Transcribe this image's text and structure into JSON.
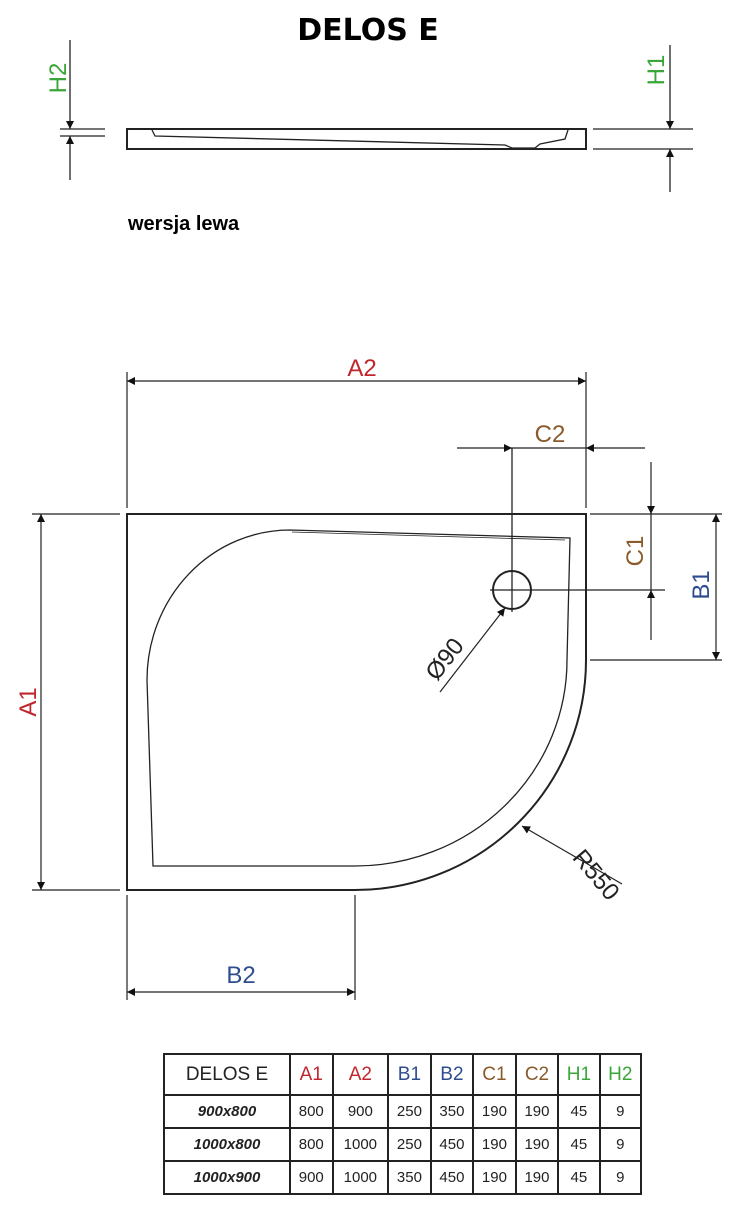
{
  "title": "DELOS E",
  "subtitle": "wersja lewa",
  "colors": {
    "A": "#c0272d",
    "B": "#2e4d8f",
    "C": "#8a5a2b",
    "H": "#3aa63a",
    "line": "#222222"
  },
  "labels": {
    "A1": "A1",
    "A2": "A2",
    "B1": "B1",
    "B2": "B2",
    "C1": "C1",
    "C2": "C2",
    "H1": "H1",
    "H2": "H2",
    "drain": "Ø90",
    "radius": "R550"
  },
  "table": {
    "headers": [
      "DELOS E",
      "A1",
      "A2",
      "B1",
      "B2",
      "C1",
      "C2",
      "H1",
      "H2"
    ],
    "rows": [
      [
        "900x800",
        "800",
        "900",
        "250",
        "350",
        "190",
        "190",
        "45",
        "9"
      ],
      [
        "1000x800",
        "800",
        "1000",
        "250",
        "450",
        "190",
        "190",
        "45",
        "9"
      ],
      [
        "1000x900",
        "900",
        "1000",
        "350",
        "450",
        "190",
        "190",
        "45",
        "9"
      ]
    ]
  }
}
